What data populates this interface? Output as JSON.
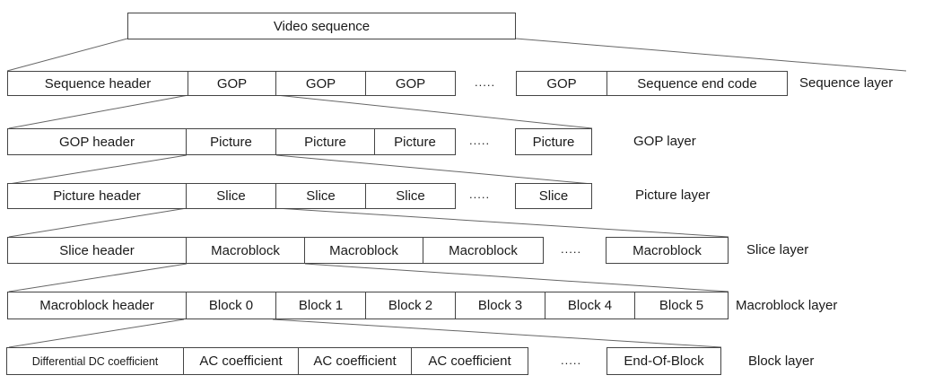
{
  "top": {
    "label": "Video sequence"
  },
  "sequence_layer": {
    "cells": [
      "Sequence header",
      "GOP",
      "GOP",
      "GOP",
      "GOP",
      "Sequence end code"
    ],
    "dots": ".....",
    "label": "Sequence layer"
  },
  "gop_layer": {
    "cells": [
      "GOP header",
      "Picture",
      "Picture",
      "Picture",
      "Picture"
    ],
    "dots": ".....",
    "label": "GOP layer"
  },
  "picture_layer": {
    "cells": [
      "Picture header",
      "Slice",
      "Slice",
      "Slice",
      "Slice"
    ],
    "dots": ".....",
    "label": "Picture layer"
  },
  "slice_layer": {
    "cells": [
      "Slice header",
      "Macroblock",
      "Macroblock",
      "Macroblock",
      "Macroblock"
    ],
    "dots": ".....",
    "label": "Slice layer"
  },
  "macroblock_layer": {
    "cells": [
      "Macroblock header",
      "Block 0",
      "Block 1",
      "Block 2",
      "Block 3",
      "Block 4",
      "Block 5"
    ],
    "label": "Macroblock layer"
  },
  "block_layer": {
    "cells": [
      "Differential DC coefficient",
      "AC coefficient",
      "AC coefficient",
      "AC coefficient",
      "End-Of-Block"
    ],
    "dots": ".....",
    "label": "Block layer"
  }
}
